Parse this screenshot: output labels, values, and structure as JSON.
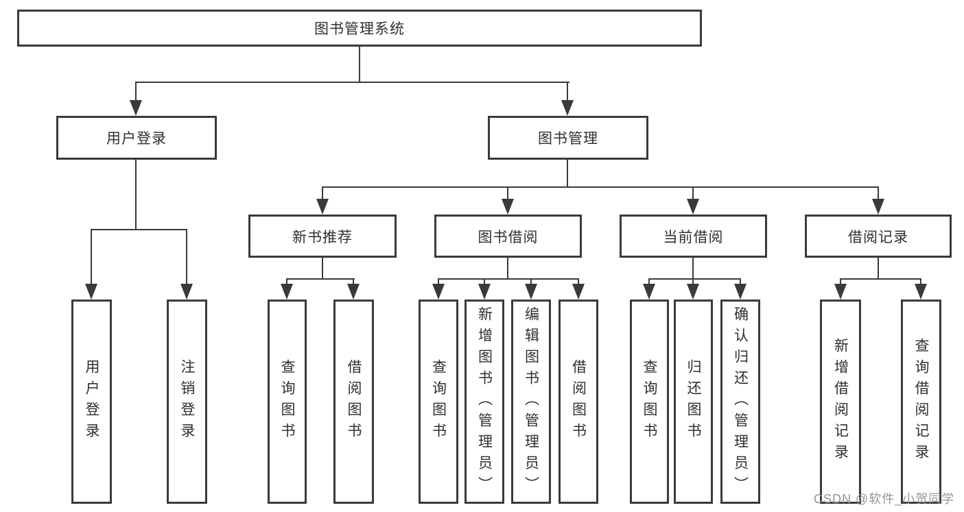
{
  "diagram": {
    "root": {
      "label": "图书管理系统"
    },
    "level2": [
      {
        "label": "用户登录"
      },
      {
        "label": "图书管理"
      }
    ],
    "level3": [
      {
        "label": "新书推荐"
      },
      {
        "label": "图书借阅"
      },
      {
        "label": "当前借阅"
      },
      {
        "label": "借阅记录"
      }
    ],
    "leaves": [
      {
        "label": "用户登录"
      },
      {
        "label": "注销登录"
      },
      {
        "label": "查询图书"
      },
      {
        "label": "借阅图书"
      },
      {
        "label": "查询图书"
      },
      {
        "label": "新增图书（管理员）"
      },
      {
        "label": "编辑图书（管理员）"
      },
      {
        "label": "借阅图书"
      },
      {
        "label": "查询图书"
      },
      {
        "label": "归还图书"
      },
      {
        "label": "确认归还（管理员）"
      },
      {
        "label": "新增借阅记录"
      },
      {
        "label": "查询借阅记录"
      }
    ],
    "watermark": "CSDN @软件_小贺同学"
  },
  "colors": {
    "line": "#3a3a3a",
    "text": "#2f2f2f",
    "background": "#ffffff",
    "watermark": "#949494"
  }
}
